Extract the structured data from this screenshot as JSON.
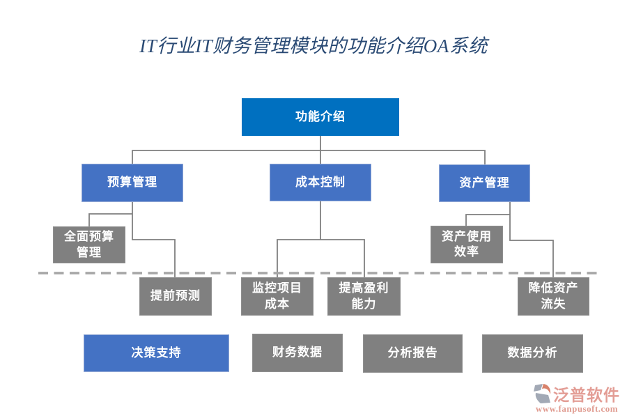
{
  "title": "IT行业IT财务管理模块的功能介绍OA系统",
  "colors": {
    "primary": "#0070c0",
    "accent": "#4472c4",
    "accent_border": "#8fa6d4",
    "gray": "#808080",
    "gray_border": "#8f8f8f",
    "line": "#7f7f7f",
    "dashed": "#a6a6a6",
    "title_text": "#2a4a74",
    "node_text": "#ffffff",
    "wm_text": "#e0938a",
    "wm_url": "#dd9184",
    "wm_gray": "#98a0ae",
    "wm_orange": "#d4755b"
  },
  "nodes": {
    "root": {
      "label": "功能介绍"
    },
    "budget": {
      "label": "预算管理"
    },
    "cost": {
      "label": "成本控制"
    },
    "asset": {
      "label": "资产管理"
    },
    "full_budget": {
      "label": "全面预算\n管理"
    },
    "forecast": {
      "label": "提前预测"
    },
    "monitor_cost": {
      "label": "监控项目\n成本"
    },
    "profit": {
      "label": "提高盈利\n能力"
    },
    "asset_efficiency": {
      "label": "资产使用\n效率"
    },
    "reduce_loss": {
      "label": "降低资产\n流失"
    },
    "decision": {
      "label": "决策支持"
    },
    "finance_data": {
      "label": "财务数据"
    },
    "analysis_report": {
      "label": "分析报告"
    },
    "data_analysis": {
      "label": "数据分析"
    }
  },
  "watermark": {
    "brand": "泛普软件",
    "url": "www.fanpusoft.com"
  }
}
